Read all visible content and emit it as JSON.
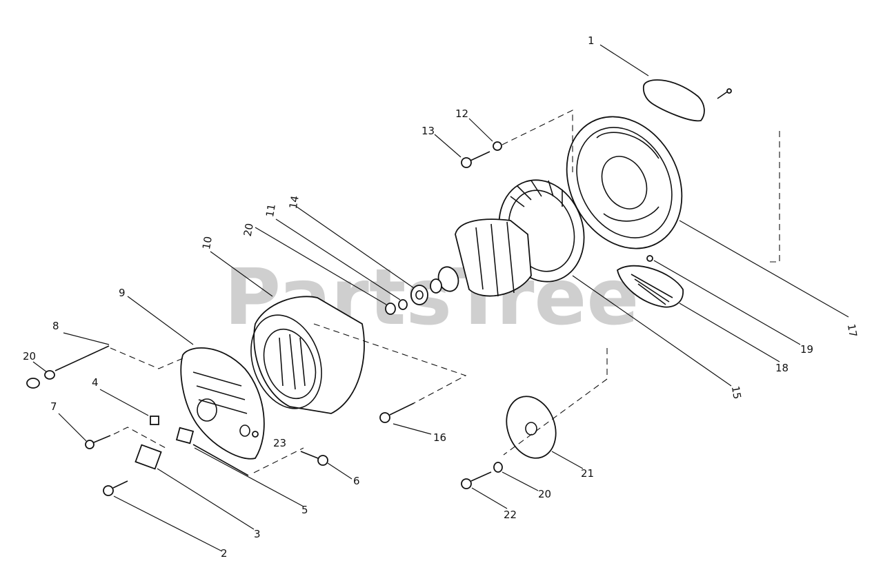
{
  "watermark": "PartsTree",
  "labels": [
    {
      "id": "1",
      "text": "1"
    },
    {
      "id": "2",
      "text": "2"
    },
    {
      "id": "3",
      "text": "3"
    },
    {
      "id": "4",
      "text": "4"
    },
    {
      "id": "5",
      "text": "5"
    },
    {
      "id": "6",
      "text": "6"
    },
    {
      "id": "7",
      "text": "7"
    },
    {
      "id": "8",
      "text": "8"
    },
    {
      "id": "9",
      "text": "9"
    },
    {
      "id": "10",
      "text": "10"
    },
    {
      "id": "11",
      "text": "11"
    },
    {
      "id": "12",
      "text": "12"
    },
    {
      "id": "13",
      "text": "13"
    },
    {
      "id": "14",
      "text": "14"
    },
    {
      "id": "15",
      "text": "15"
    },
    {
      "id": "16",
      "text": "16"
    },
    {
      "id": "17",
      "text": "17"
    },
    {
      "id": "18",
      "text": "18"
    },
    {
      "id": "19",
      "text": "19"
    },
    {
      "id": "20a",
      "text": "20"
    },
    {
      "id": "20b",
      "text": "20"
    },
    {
      "id": "20c",
      "text": "20"
    },
    {
      "id": "21",
      "text": "21"
    },
    {
      "id": "22",
      "text": "22"
    },
    {
      "id": "23",
      "text": "23"
    }
  ]
}
